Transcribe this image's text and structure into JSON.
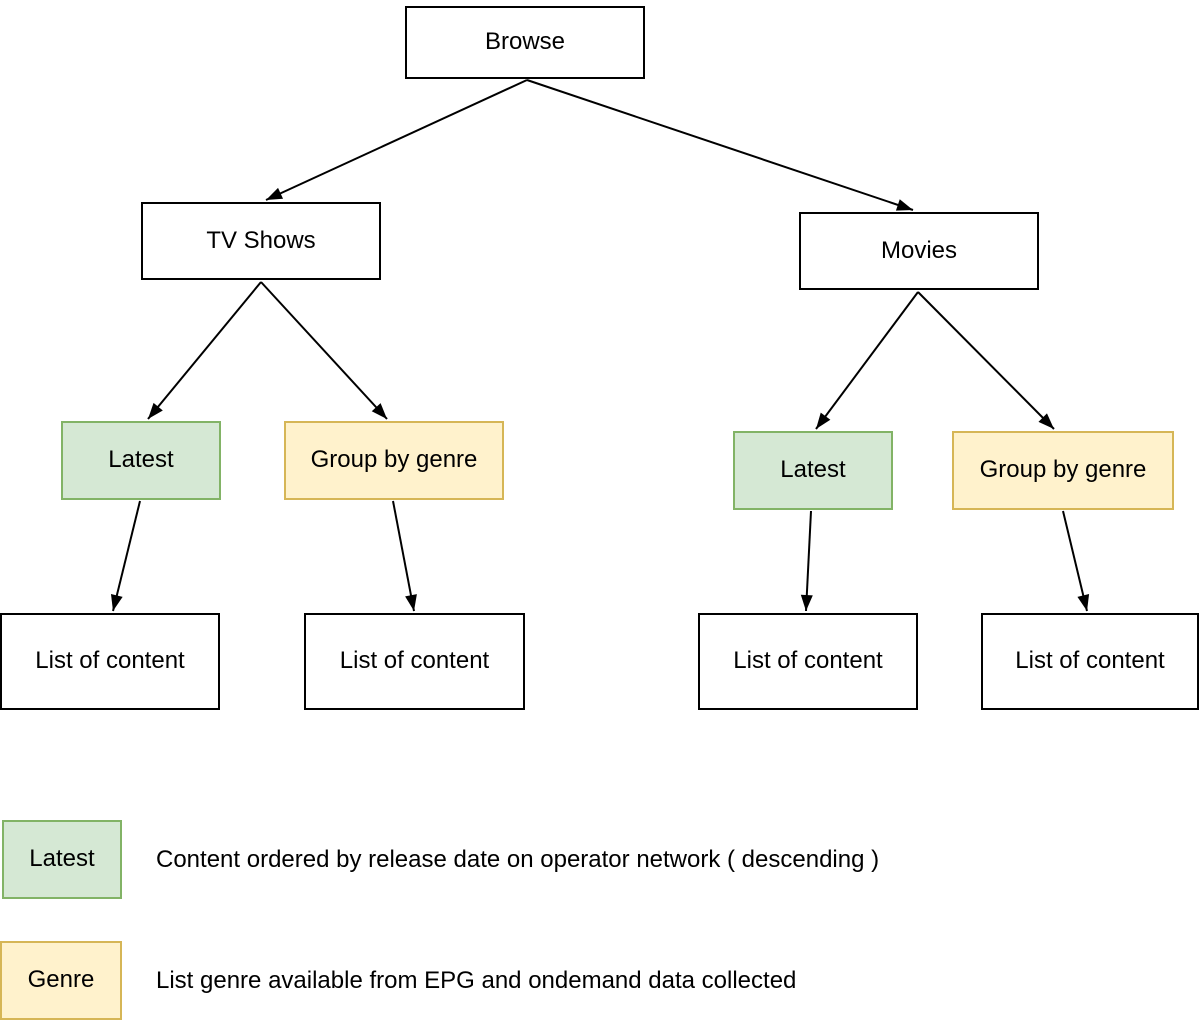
{
  "diagram": {
    "nodes": {
      "browse": {
        "label": "Browse"
      },
      "tv_shows": {
        "label": "TV Shows"
      },
      "movies": {
        "label": "Movies"
      },
      "tv_latest": {
        "label": "Latest"
      },
      "tv_group_by_genre": {
        "label": "Group by genre"
      },
      "tv_latest_list": {
        "label": "List of content"
      },
      "tv_genre_list": {
        "label": "List of content"
      },
      "movies_latest": {
        "label": "Latest"
      },
      "movies_group_by_genre": {
        "label": "Group by genre"
      },
      "movies_latest_list": {
        "label": "List of content"
      },
      "movies_genre_list": {
        "label": "List of content"
      }
    },
    "edges": [
      {
        "from": "Browse",
        "to": "TV Shows"
      },
      {
        "from": "Browse",
        "to": "Movies"
      },
      {
        "from": "TV Shows",
        "to": "Latest"
      },
      {
        "from": "TV Shows",
        "to": "Group by genre"
      },
      {
        "from": "Latest (TV Shows)",
        "to": "List of content"
      },
      {
        "from": "Group by genre (TV Shows)",
        "to": "List of content"
      },
      {
        "from": "Movies",
        "to": "Latest"
      },
      {
        "from": "Movies",
        "to": "Group by genre"
      },
      {
        "from": "Latest (Movies)",
        "to": "List of content"
      },
      {
        "from": "Group by genre (Movies)",
        "to": "List of content"
      }
    ],
    "colors": {
      "latest_fill": "#d5e8d4",
      "latest_border": "#82b366",
      "genre_fill": "#fff2cc",
      "genre_border": "#d6b656",
      "plain_fill": "#ffffff",
      "plain_border": "#000000",
      "arrow": "#000000",
      "text": "#000000",
      "background": "#ffffff"
    }
  },
  "legend": {
    "items": [
      {
        "swatch_label": "Latest",
        "swatch_color": "#d5e8d4",
        "description": "Content ordered by release date on operator network ( descending )"
      },
      {
        "swatch_label": "Genre",
        "swatch_color": "#fff2cc",
        "description": "List genre available from EPG and ondemand data collected"
      }
    ]
  }
}
